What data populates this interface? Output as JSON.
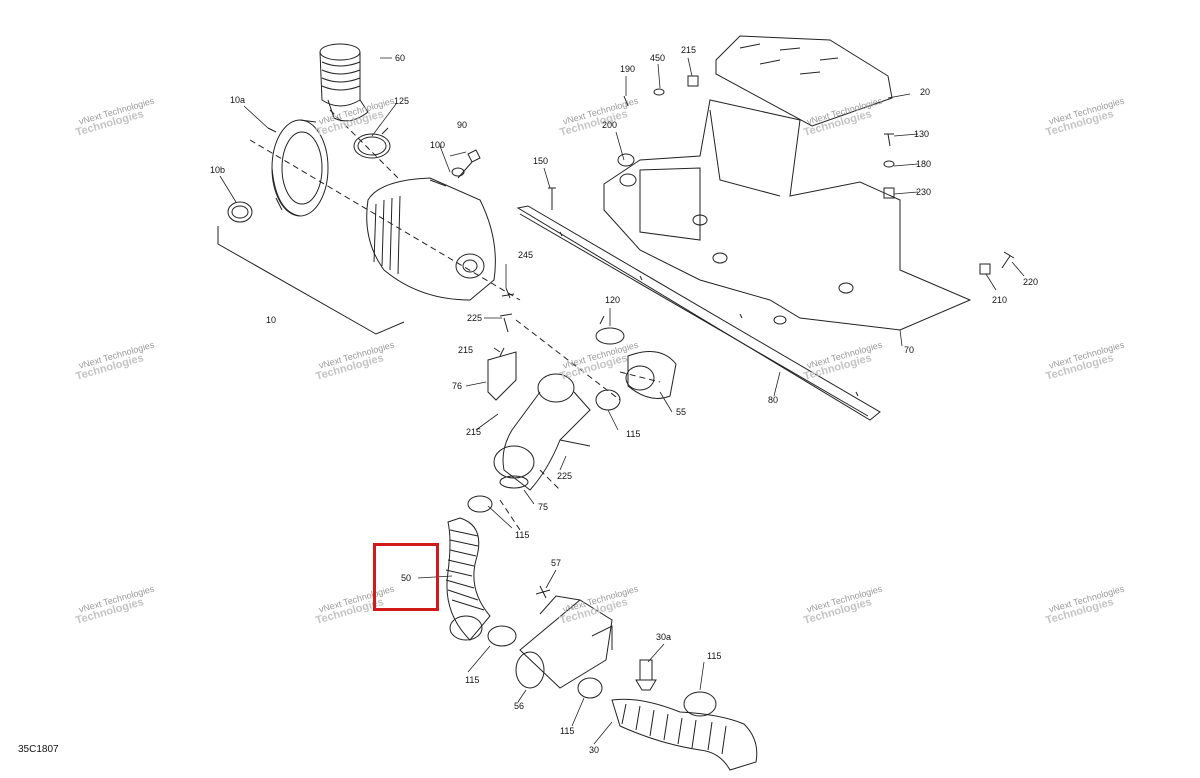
{
  "diagram_code": "35C1807",
  "highlight_color": "#d11a1a",
  "watermark": {
    "line1": "vNext Technologies",
    "line2": "Technologies"
  },
  "highlighted_part": "50",
  "parts": [
    "60",
    "10a",
    "125",
    "10b",
    "90",
    "100",
    "10",
    "245",
    "225",
    "215",
    "76",
    "215",
    "120",
    "55",
    "115",
    "225",
    "75",
    "115",
    "50",
    "57",
    "115",
    "56",
    "115",
    "30a",
    "115",
    "30",
    "150",
    "190",
    "450",
    "215",
    "200",
    "20",
    "130",
    "180",
    "230",
    "210",
    "220",
    "70",
    "80"
  ]
}
